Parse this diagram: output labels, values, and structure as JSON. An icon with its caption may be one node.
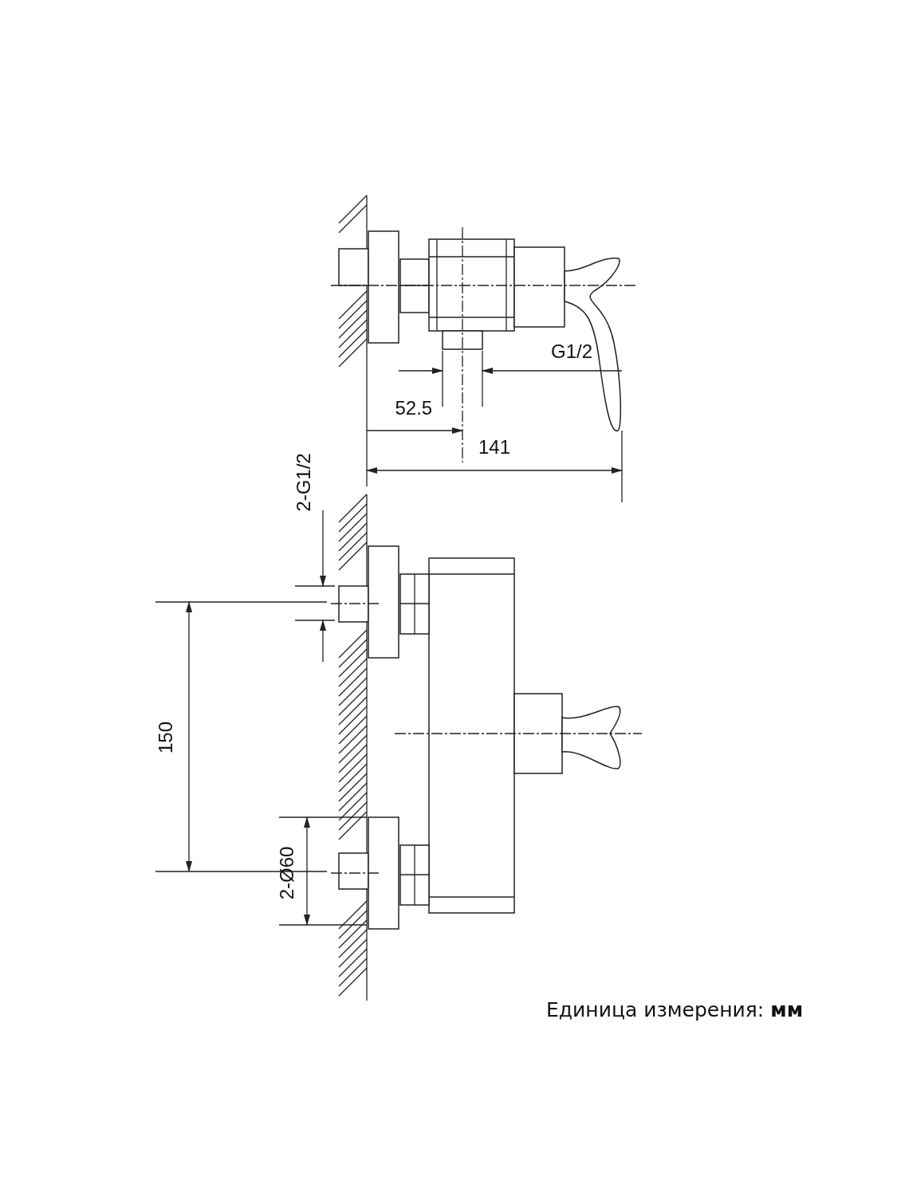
{
  "diagram": {
    "labels": [
      "G1/2",
      "52.5",
      "141",
      "2-G1/2",
      "150",
      "2-Ø60",
      "Единица измерения: **мм**"
    ]
  }
}
